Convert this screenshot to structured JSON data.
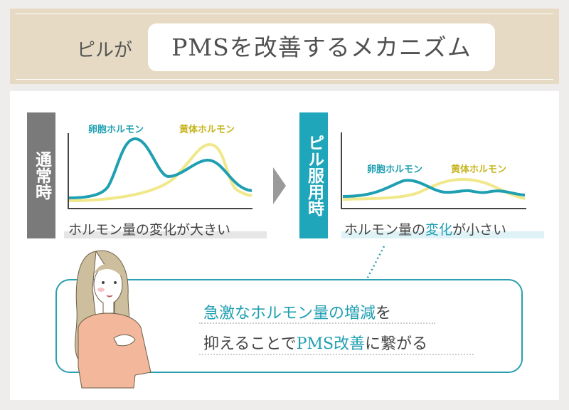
{
  "header": {
    "prefix": "ピルが",
    "title": "PMSを改善するメカニズム"
  },
  "left": {
    "label": "通常時",
    "legend_follicular": "卵胞ホルモン",
    "legend_luteal": "黄体ホルモン",
    "caption": "ホルモン量の変化が大きい"
  },
  "right": {
    "label": "ピル服用時",
    "legend_follicular": "卵胞ホルモン",
    "legend_luteal": "黄体ホルモン",
    "caption_a": "ホルモン量の",
    "caption_b": "変化",
    "caption_c": "が小さい"
  },
  "message": {
    "line1_a": "急激なホルモン量の増減",
    "line1_b": "を",
    "line2_a": "抑えることで",
    "line2_b": "PMS改善",
    "line2_c": "に繋がる"
  },
  "colors": {
    "teal": "#1f9fb2",
    "yellow": "#f0e88a",
    "beige": "#e7dac4",
    "gray": "#7a7a7a"
  }
}
